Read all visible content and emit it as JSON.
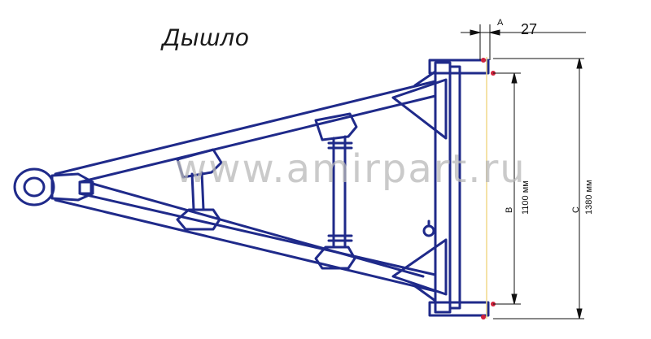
{
  "title": "Дышло",
  "watermark": "www.amirpart.ru",
  "dimensions": {
    "a_label": "A",
    "a_value": "27",
    "b_label": "B",
    "b_value": "1100 мм",
    "c_label": "C",
    "c_value": "1380 мм"
  },
  "colors": {
    "frame": "#1f2a8a",
    "dimension": "#111111",
    "marker": "#d0213b",
    "axis": "#f0d98a"
  }
}
